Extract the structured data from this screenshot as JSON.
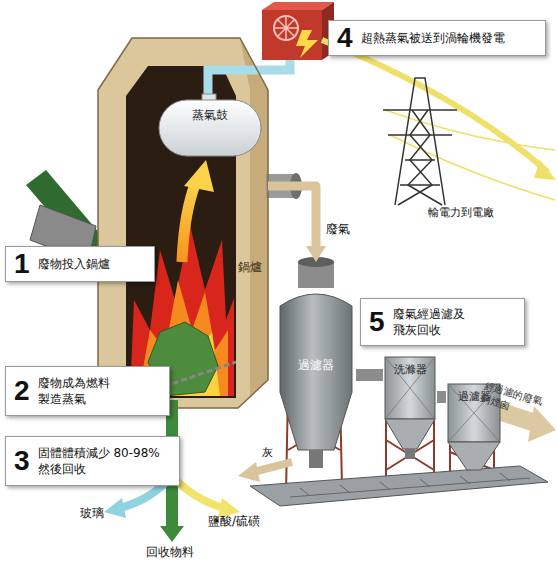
{
  "diagram": {
    "nodes": [
      {
        "text": [
          "鍋爐"
        ]
      },
      {
        "text": [
          "蒸氣鼓"
        ],
        "in": 0
      },
      {
        "text": [
          "4",
          "超熱蒸氣被送到渦輪機發電"
        ]
      },
      {
        "text": [
          "1",
          "廢物投入鍋爐"
        ]
      },
      {
        "text": [
          "5",
          "廢氣經過濾及 飛灰回收"
        ]
      },
      {
        "text": [
          "過濾器"
        ]
      },
      {
        "text": [
          "洗滌器"
        ]
      },
      {
        "text": [
          "過濾器"
        ]
      },
      {
        "text": [
          "2",
          "廢物成為燃料 製造蒸氣"
        ]
      },
      {
        "text": [
          "3",
          "固體體積減少 80-98%然後回收"
        ]
      }
    ],
    "edges": [
      {
        "from": 0,
        "to": 5,
        "label": "廢氣",
        "arrow": "to"
      },
      {
        "from": 5,
        "to": 6,
        "arrow": "none"
      },
      {
        "from": 6,
        "to": 7,
        "arrow": "none"
      }
    ],
    "labels": [
      "輸電力到電廠",
      "灰",
      "經過濾的廢氣 到煙囪",
      "玻璃",
      "鹽酸/硫磺",
      "回收物料"
    ]
  }
}
